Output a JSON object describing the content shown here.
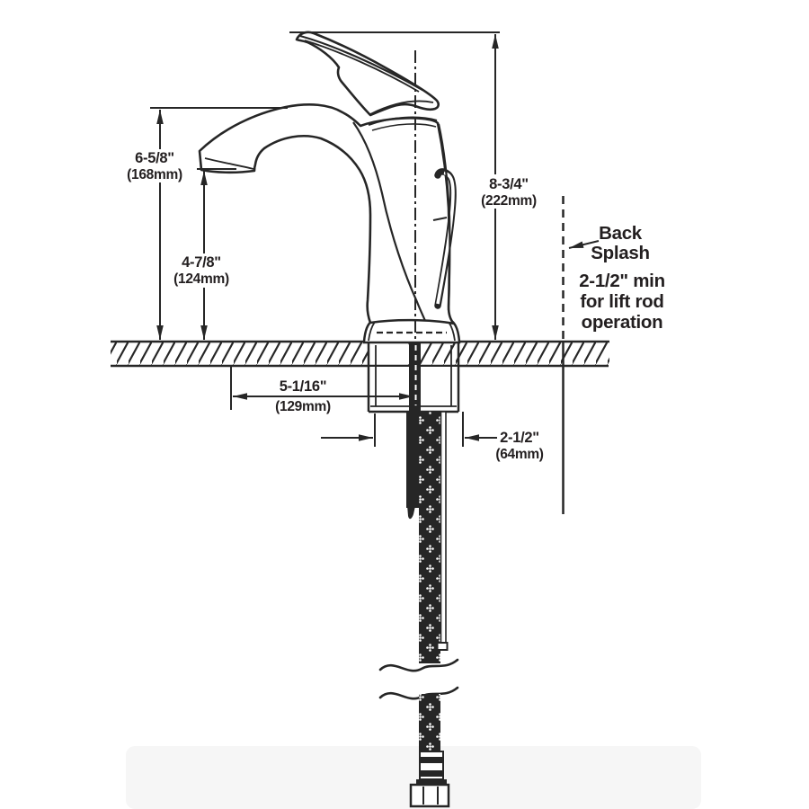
{
  "diagram": {
    "dims": {
      "spout_height_in": "6-5/8\"",
      "spout_height_mm": "(168mm)",
      "aerator_height_in": "4-7/8\"",
      "aerator_height_mm": "(124mm)",
      "overall_height_in": "8-3/4\"",
      "overall_height_mm": "(222mm)",
      "spout_reach_in": "5-1/16\"",
      "spout_reach_mm": "(129mm)",
      "shank_width_in": "2-1/2\"",
      "shank_width_mm": "(64mm)"
    },
    "backsplash": {
      "label_line1": "Back",
      "label_line2": "Splash",
      "note_line1": "2-1/2\" min",
      "note_line2": "for lift rod",
      "note_line3": "operation"
    },
    "colors": {
      "ink": "#262626",
      "text": "#231f20",
      "paper": "#ffffff",
      "shadow": "#f6f6f6"
    }
  }
}
